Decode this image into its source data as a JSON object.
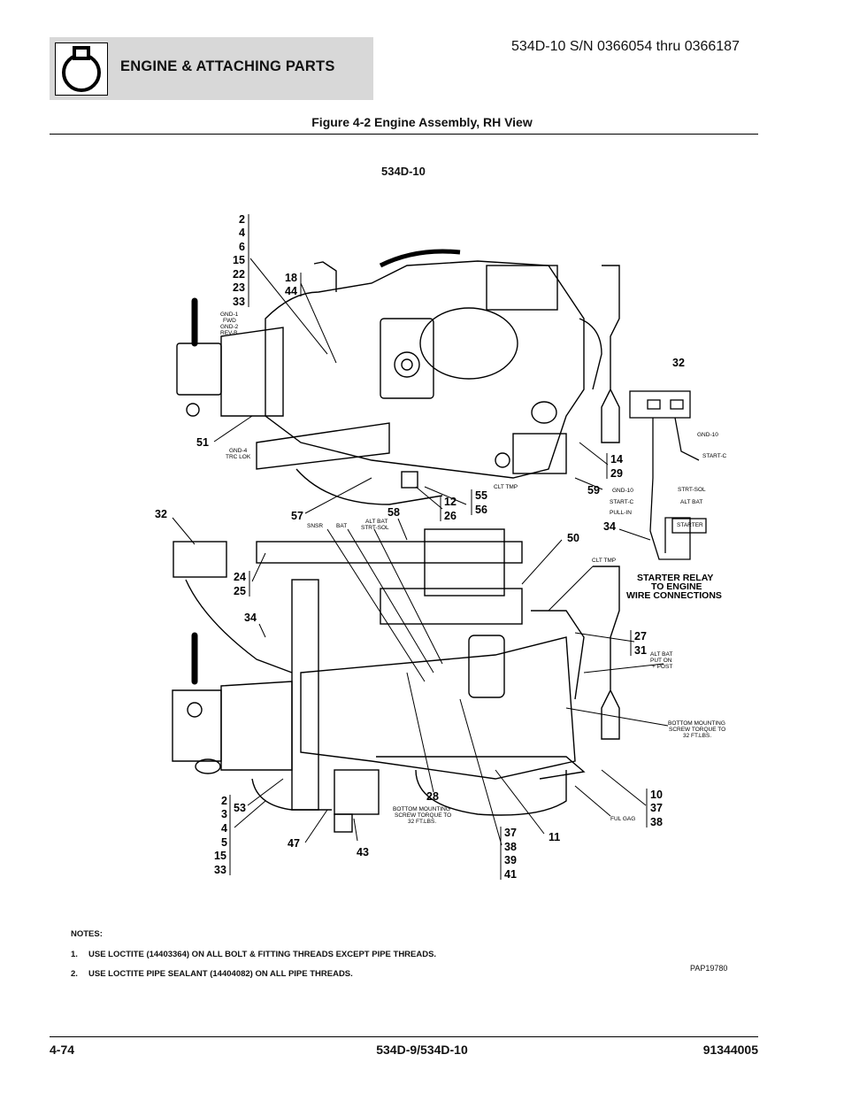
{
  "header": {
    "section_title": "ENGINE & ATTACHING PARTS",
    "serial_range": "534D-10 S/N 0366054 thru 0366187",
    "icon": "engine-icon"
  },
  "figure": {
    "title": "Figure 4-2 Engine Assembly, RH View",
    "model": "534D-10",
    "ref_code": "PAP19780"
  },
  "callouts": {
    "c2": "2",
    "c4": "4",
    "c6": "6",
    "c15": "15",
    "c22": "22",
    "c23": "23",
    "c33": "33",
    "c18": "18",
    "c44": "44",
    "c32a": "32",
    "c51": "51",
    "c14": "14",
    "c29": "29",
    "c59": "59",
    "c55": "55",
    "c56": "56",
    "c12": "12",
    "c26": "26",
    "c57": "57",
    "c58": "58",
    "c32b": "32",
    "c50": "50",
    "c34a": "34",
    "c24": "24",
    "c25": "25",
    "c34b": "34",
    "c27": "27",
    "c31": "31",
    "c10": "10",
    "c37a": "37",
    "c38a": "38",
    "c11": "11",
    "c28": "28",
    "c37b": "37",
    "c38b": "38",
    "c39": "39",
    "c41": "41",
    "c43": "43",
    "c47": "47",
    "c53": "53",
    "b2": "2",
    "b3": "3",
    "b4": "4",
    "b5": "5",
    "b15": "15",
    "b33": "33"
  },
  "labels": {
    "gnd1": "GND-1",
    "fwd": "FWD",
    "gnd2": "GND-2",
    "revb": "REV-B",
    "gnd4": "GND-4",
    "trclok": "TRC LOK",
    "clttmp1": "CLT TMP",
    "clttmp2": "CLT TMP",
    "gnd10a": "GND-10",
    "startc1": "START-C",
    "gnd10b": "GND-10",
    "startc2": "START-C",
    "pullin": "PULL-IN",
    "strtsol": "STRT-SOL",
    "altbat1": "ALT BAT",
    "starter": "STARTER",
    "snsr": "SNSR",
    "bat": "BAT",
    "altbat2": "ALT BAT",
    "strtsol2": "STRT-SOL",
    "relay1": "STARTER RELAY",
    "relay2": "TO ENGINE",
    "relay3": "WIRE CONNECTIONS",
    "ap1": "ALT BAT",
    "ap2": "PUT ON",
    "ap3": "+ POST",
    "bm1a": "BOTTOM MOUNTING",
    "bm1b": "SCREW TORQUE TO",
    "bm1c": "32 FT.LBS.",
    "bm2a": "BOTTOM MOUNTING",
    "bm2b": "SCREW TORQUE TO",
    "bm2c": "32 FT.LBS.",
    "fuelgag": "FUL GAG"
  },
  "notes": {
    "title": "NOTES:",
    "items": [
      {
        "num": "1.",
        "text": "USE LOCTITE (14403364) ON ALL BOLT & FITTING THREADS EXCEPT PIPE THREADS."
      },
      {
        "num": "2.",
        "text": "USE LOCTITE PIPE SEALANT (14404082) ON ALL PIPE THREADS."
      }
    ]
  },
  "footer": {
    "page": "4-74",
    "models": "534D-9/534D-10",
    "doc_number": "91344005"
  }
}
